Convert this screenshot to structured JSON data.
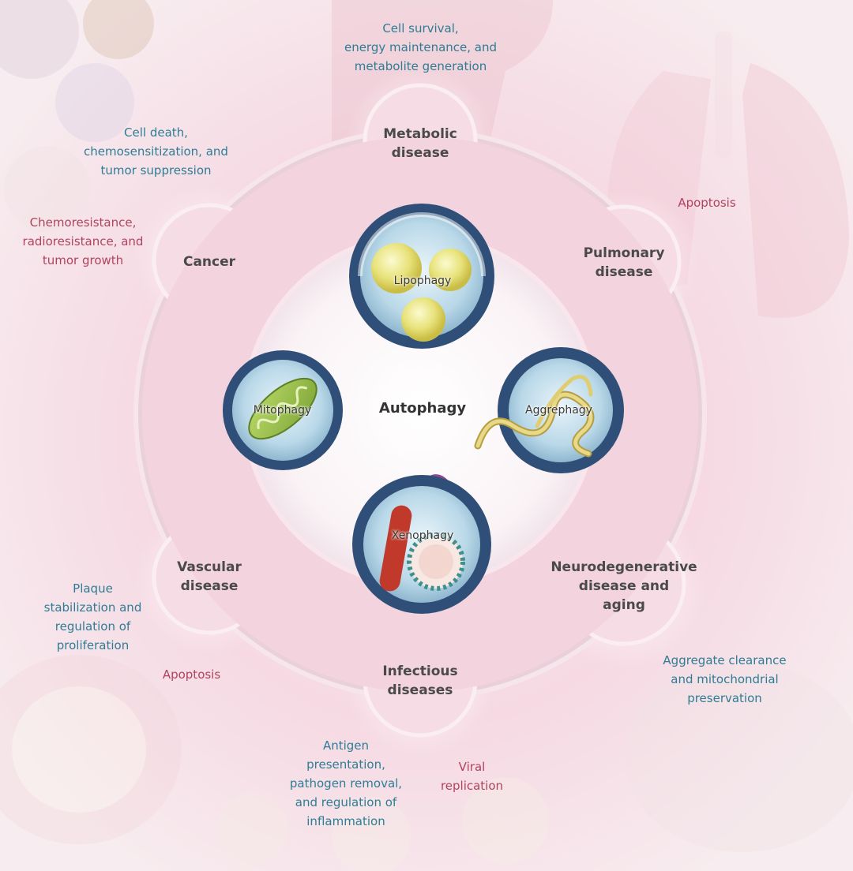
{
  "center": {
    "label": "Autophagy"
  },
  "subtypes": {
    "lipophagy": "Lipophagy",
    "mitophagy": "Mitophagy",
    "aggrephagy": "Aggrephagy",
    "xenophagy": "Xenophagy"
  },
  "diseases": {
    "metabolic": "Metabolic\ndisease",
    "pulmonary": "Pulmonary\ndisease",
    "neuro": "Neurodegenerative\ndisease and\naging",
    "infectious": "Infectious\ndiseases",
    "vascular": "Vascular\ndisease",
    "cancer": "Cancer"
  },
  "effects": {
    "metabolic_protective": "Cell survival,\nenergy maintenance, and\nmetabolite generation",
    "cancer_protective": "Cell death,\nchemosensitization, and\ntumor suppression",
    "cancer_harmful": "Chemoresistance,\nradioresistance, and\ntumor growth",
    "pulmonary_harmful": "Apoptosis",
    "vascular_protective": "Plaque\nstabilization and\nregulation of\nproliferation",
    "vascular_harmful": "Apoptosis",
    "infectious_protective": "Antigen\npresentation,\npathogen removal,\nand regulation of\ninflammation",
    "infectious_harmful": "Viral\nreplication",
    "neuro_protective": "Aggregate clearance\nand mitochondrial\npreservation"
  },
  "colors": {
    "protective_text": "#2e7d94",
    "harmful_text": "#b0435f",
    "disease_text": "#4a4a4a",
    "ring_fill": "#f3d7e1",
    "halo": "#fbeef2"
  }
}
